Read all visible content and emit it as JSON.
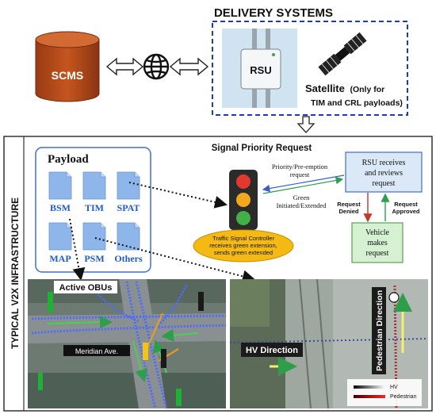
{
  "top": {
    "delivery_title": "DELIVERY SYSTEMS",
    "scms_label": "SCMS",
    "rsu_label": "RSU",
    "satellite_label": "Satellite",
    "satellite_note_line1": "(Only for",
    "satellite_note_line2": "TIM and CRL payloads)"
  },
  "infrastructure": {
    "side_label": "TYPICAL V2X INFRASTRUCTURE",
    "payload_title": "Payload",
    "payload_items": [
      "BSM",
      "TIM",
      "SPAT",
      "MAP",
      "PSM",
      "Others"
    ],
    "signal_title": "Signal Priority Request",
    "priority_line1": "Priority/Pre-emption",
    "priority_line2": "request",
    "green_line1": "Green",
    "green_line2": "Initiated/Extended",
    "controller_line1": "Traffic Signal Controller",
    "controller_line2": "receives green extension,",
    "controller_line3": "sends green extended",
    "rsu_box_line1": "RSU receives",
    "rsu_box_line2": "and reviews",
    "rsu_box_line3": "request",
    "denied_line1": "Request",
    "denied_line2": "Denied",
    "approved_line1": "Request",
    "approved_line2": "Approved",
    "vehicle_line1": "Vehicle",
    "vehicle_line2": "makes",
    "vehicle_line3": "request"
  },
  "maps": {
    "obu_label": "Active OBUs",
    "street_label": "Meridian Ave.",
    "hv_direction": "HV Direction",
    "ped_direction": "Pedestrian Direction",
    "legend_hv": "HV",
    "legend_ped": "Pedestrian"
  },
  "colors": {
    "dashed_border": "#1f3bbd",
    "scms_fill": "#b8491d",
    "payload_border": "#3f6fd1",
    "doc_fill": "#8fb6ea",
    "rsu_box_fill": "#dbe8f7",
    "vehicle_box_fill": "#d6f0d2",
    "controller_fill": "#f5b914",
    "arrow_green": "#2e9e4a",
    "arrow_blue": "#3b5fc9",
    "arrow_red": "#c0392b"
  }
}
